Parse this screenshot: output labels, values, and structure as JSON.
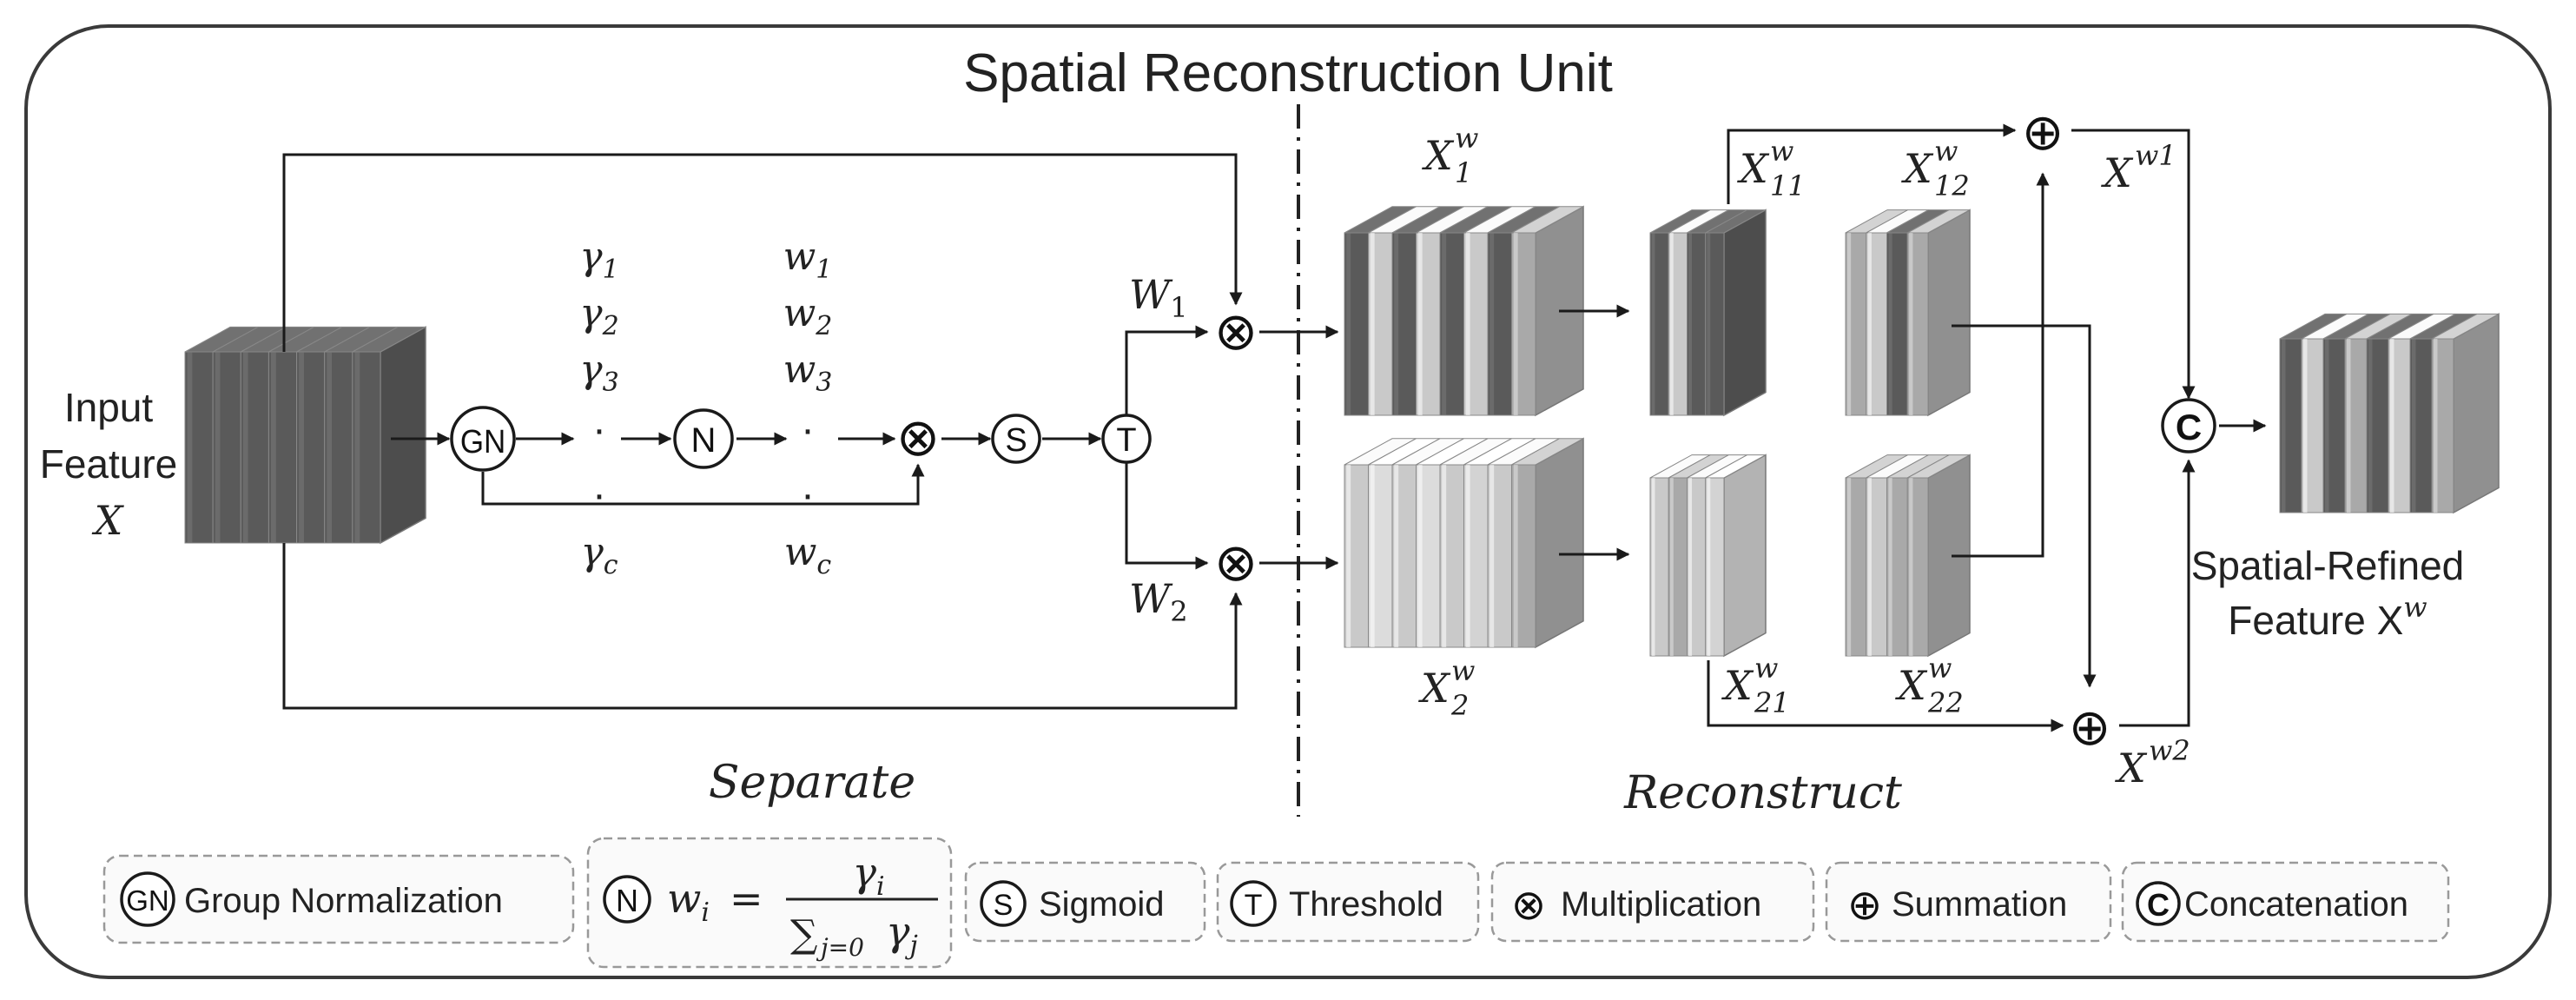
{
  "title": "Spatial Reconstruction Unit",
  "input_label": [
    "Input",
    "Feature",
    "X"
  ],
  "output_label": [
    "Spatial-Refined",
    "Feature X"
  ],
  "output_sup": "w",
  "gamma_labels": [
    "γ",
    "γ",
    "γ",
    "·",
    "·",
    "γ"
  ],
  "gamma_subs": [
    "1",
    "2",
    "3",
    "",
    "",
    "c"
  ],
  "w_labels": [
    "w",
    "w",
    "w",
    "·",
    "·",
    "w"
  ],
  "w_subs": [
    "1",
    "2",
    "3",
    "",
    "",
    "c"
  ],
  "weights": [
    {
      "base": "W",
      "sub": "1"
    },
    {
      "base": "W",
      "sub": "2"
    }
  ],
  "features": {
    "x1": {
      "base": "X",
      "sub": "1",
      "sup": "w"
    },
    "x2": {
      "base": "X",
      "sub": "2",
      "sup": "w"
    },
    "x11": {
      "base": "X",
      "sub": "11",
      "sup": "w"
    },
    "x12": {
      "base": "X",
      "sub": "12",
      "sup": "w"
    },
    "x21": {
      "base": "X",
      "sub": "21",
      "sup": "w"
    },
    "x22": {
      "base": "X",
      "sub": "22",
      "sup": "w"
    },
    "xw1": {
      "base": "X",
      "sup": "w1"
    },
    "xw2": {
      "base": "X",
      "sup": "w2"
    }
  },
  "sections": {
    "separate": "Separate",
    "reconstruct": "Reconstruct"
  },
  "nodes": {
    "gn": "GN",
    "n": "N",
    "s": "S",
    "t": "T",
    "mult": "⊗",
    "sum": "⊕",
    "concat": "C"
  },
  "legend": {
    "gn": "Group Normalization",
    "n_formula": {
      "lhs": "w",
      "lhs_sub": "i",
      "eq": "=",
      "num": "γ",
      "num_sub": "i",
      "den_sum": "∑",
      "den_sub": "j=0",
      "den": "γ",
      "den_var_sub": "j"
    },
    "s": "Sigmoid",
    "t": "Threshold",
    "mult": "Multiplication",
    "sum": "Summation",
    "concat": "Concatenation"
  },
  "colors": {
    "dark": "#5a5a5a",
    "light": "#c9c9c9",
    "mid": "#a9a9a9"
  }
}
